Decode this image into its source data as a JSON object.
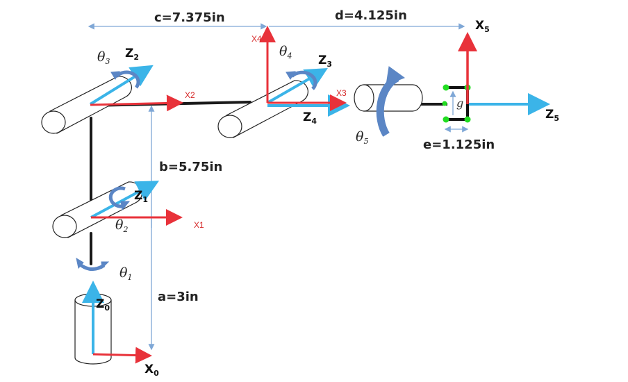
{
  "dimensions": {
    "a": "a=3in",
    "b": "b=5.75in",
    "c": "c=7.375in",
    "d": "d=4.125in",
    "e": "e=1.125in"
  },
  "joint_angles": {
    "theta1": "θ",
    "theta1_sub": "1",
    "theta2": "θ",
    "theta2_sub": "2",
    "theta3": "θ",
    "theta3_sub": "3",
    "theta4": "θ",
    "theta4_sub": "4",
    "theta5": "θ",
    "theta5_sub": "5"
  },
  "z_axes": {
    "z0": "Z",
    "z0_sub": "0",
    "z1": "Z",
    "z1_sub": "1",
    "z2": "Z",
    "z2_sub": "2",
    "z3": "Z",
    "z3_sub": "3",
    "z4": "Z",
    "z4_sub": "4",
    "z5": "Z",
    "z5_sub": "5"
  },
  "x_axes": {
    "x0": "X",
    "x0_sub": "0",
    "x1": "X1",
    "x2": "X2",
    "x3": "X3",
    "x4": "X4",
    "x5": "X",
    "x5_sub": "5"
  },
  "gripper_label": "g",
  "colors": {
    "z_axis": "#3bb4e8",
    "x_axis": "#e8323a",
    "rotation_arrow": "#5b86c5",
    "dimension_line": "#7fa7d6",
    "link": "#1a1a1a",
    "gripper_contact": "#22dd22"
  }
}
